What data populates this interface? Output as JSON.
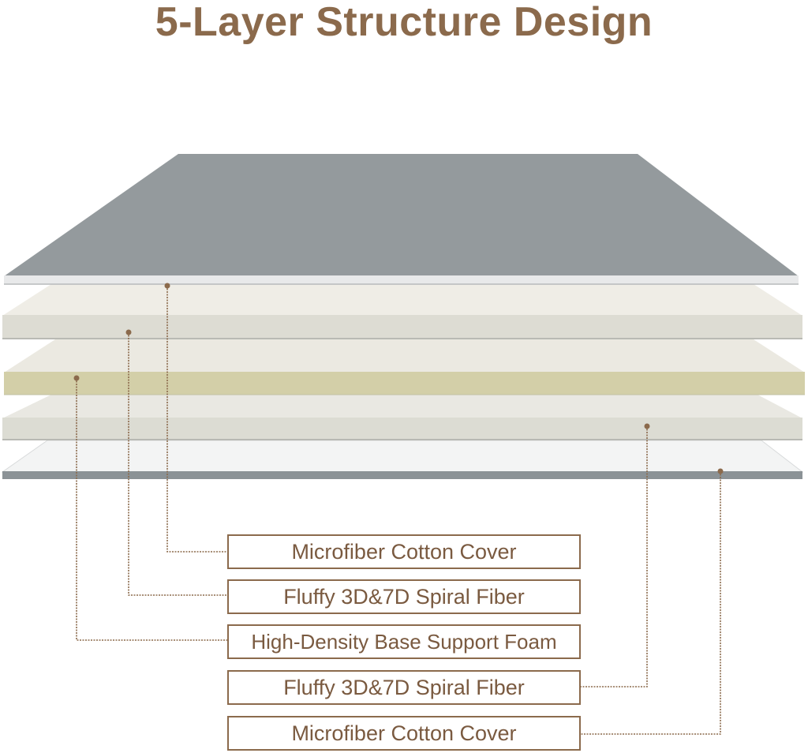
{
  "title": "5-Layer Structure Design",
  "colors": {
    "title": "#8b6a4c",
    "label_text": "#7a5a40",
    "label_border": "#8b6a4c",
    "leader_line": "#8b6a4c",
    "top_cover": "#949a9d",
    "fiber_layer": "#e6e5dd",
    "foam_layer": "#d3cfa8",
    "bottom_cover": "#eef0f0",
    "bottom_edge": "#8b9296"
  },
  "layers": [
    {
      "label": "Microfiber Cotton Cover"
    },
    {
      "label": "Fluffy 3D&7D Spiral Fiber"
    },
    {
      "label": "High-Density Base Support Foam"
    },
    {
      "label": "Fluffy 3D&7D Spiral Fiber"
    },
    {
      "label": "Microfiber Cotton Cover"
    }
  ]
}
